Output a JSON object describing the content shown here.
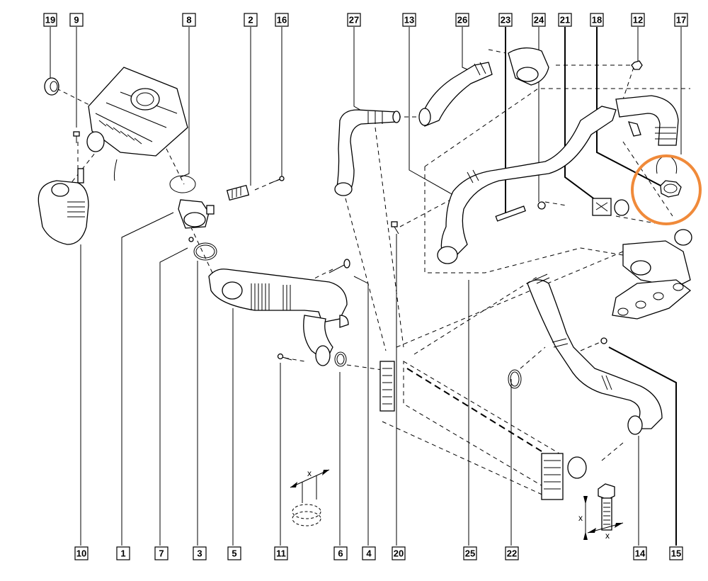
{
  "diagram": {
    "type": "exploded-parts-diagram",
    "subject": "Turbocharger air intake / intercooler hose assembly",
    "highlight_color": "#f08a3a",
    "highlighted_part": "17",
    "top_callouts": [
      "19",
      "9",
      "8",
      "2",
      "16",
      "27",
      "13",
      "26",
      "23",
      "24",
      "21",
      "18",
      "12",
      "17"
    ],
    "bottom_callouts": [
      "10",
      "1",
      "7",
      "3",
      "5",
      "11",
      "6",
      "4",
      "20",
      "25",
      "22",
      "14",
      "15"
    ],
    "dimension_labels": {
      "nut_detail": "x",
      "bolt_detail_length": "x",
      "bolt_detail_diameter": "x"
    }
  }
}
